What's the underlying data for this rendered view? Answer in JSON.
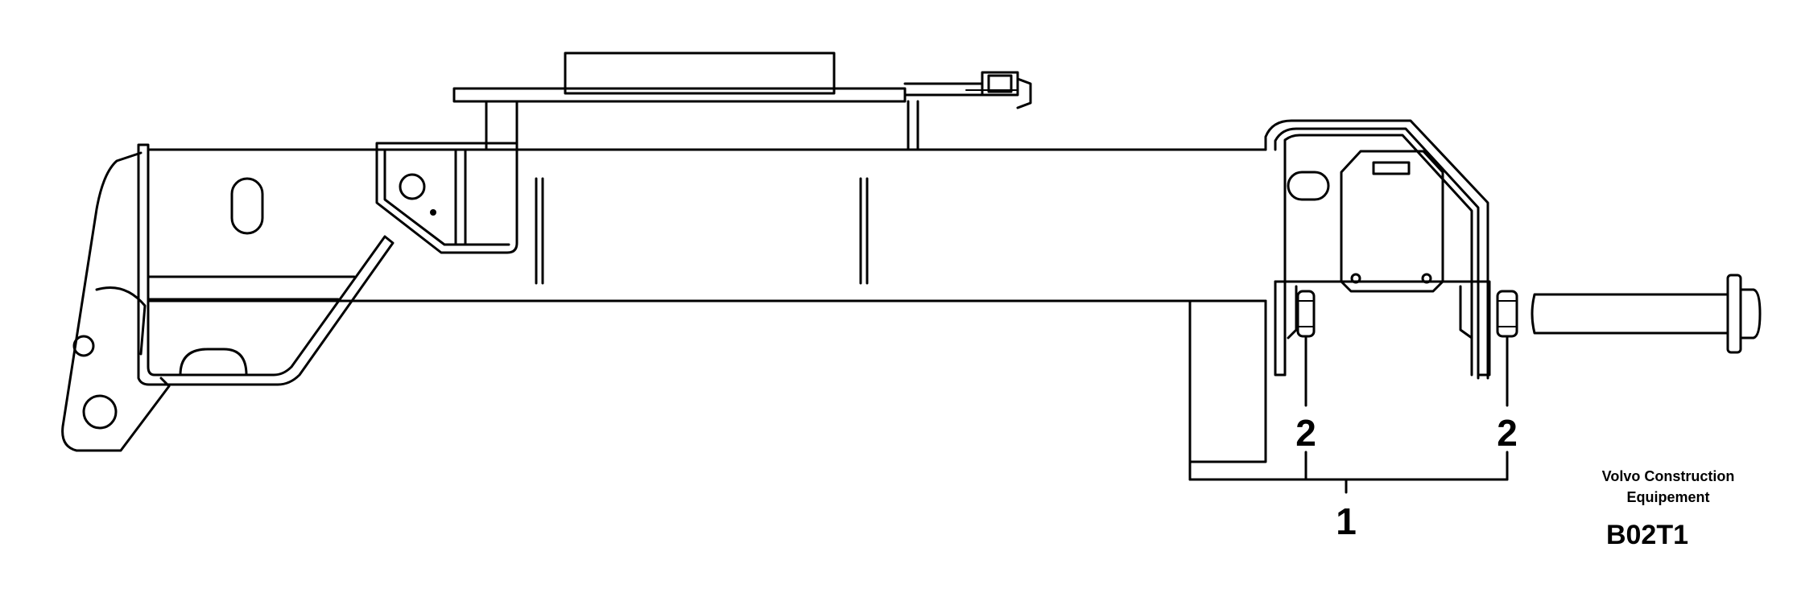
{
  "callouts": {
    "assembly": "1",
    "bushing_left": "2",
    "bushing_right": "2"
  },
  "caption": {
    "manufacturer_line1": "Volvo Construction",
    "manufacturer_line2": "Equipement",
    "figure_code": "B02T1"
  }
}
